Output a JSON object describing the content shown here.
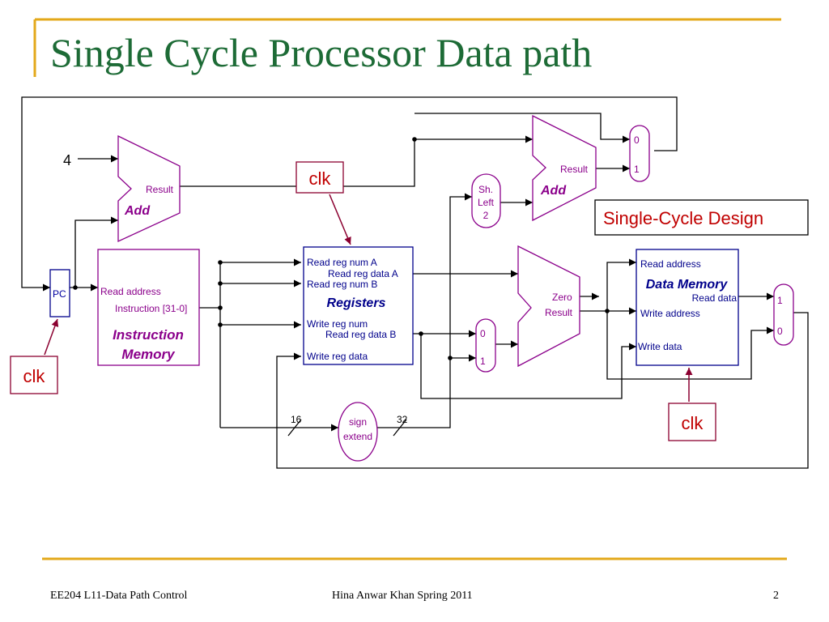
{
  "slide": {
    "title": "Single Cycle Processor Data path",
    "footer_left": "EE204 L11-Data Path Control",
    "footer_center": "Hina Anwar Khan Spring 2011",
    "page_number": "2"
  },
  "colors": {
    "title": "#1d6b36",
    "accent_line": "#e3a81a",
    "block_purple": "#8b008b",
    "block_blue": "#00008b",
    "label_blue": "#0000a0",
    "clk_red": "#c00000"
  },
  "diagram": {
    "constant_four": "4",
    "pc_label": "PC",
    "add_pc": {
      "result": "Result",
      "name": "Add"
    },
    "add_branch": {
      "result": "Result",
      "name": "Add"
    },
    "shift_left": {
      "line1": "Sh.",
      "line2": "Left",
      "line3": "2"
    },
    "instruction_memory": {
      "read_address": "Read address",
      "instruction": "Instruction [31-0]",
      "name_line1": "Instruction",
      "name_line2": "Memory"
    },
    "registers": {
      "read_reg_num_a": "Read reg num A",
      "read_reg_data_a": "Read reg data A",
      "read_reg_num_b": "Read reg num B",
      "name": "Registers",
      "write_reg_num": "Write reg num",
      "read_reg_data_b": "Read reg data B",
      "write_reg_data": "Write reg data"
    },
    "alu": {
      "zero": "Zero",
      "result": "Result"
    },
    "data_memory": {
      "read_address": "Read address",
      "name": "Data Memory",
      "read_data": "Read data",
      "write_address": "Write address",
      "write_data": "Write data"
    },
    "mux_pc": {
      "in0": "0",
      "in1": "1"
    },
    "mux_alu": {
      "in0": "0",
      "in1": "1"
    },
    "mux_wb": {
      "in1": "1",
      "in0": "0"
    },
    "sign_extend": {
      "line1": "sign",
      "line2": "extend",
      "in_width": "16",
      "out_width": "32"
    },
    "clk_labels": [
      "clk",
      "clk",
      "clk"
    ],
    "design_box": "Single-Cycle Design"
  }
}
